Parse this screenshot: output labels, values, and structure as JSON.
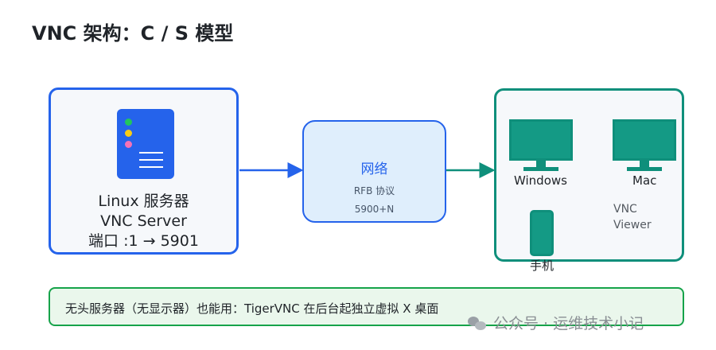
{
  "title": "VNC 架构：C / S 模型",
  "server": {
    "lines": [
      "Linux 服务器",
      "VNC Server",
      "端口 :1 → 5901"
    ]
  },
  "network": {
    "title": "网络",
    "protocol": "RFB 协议",
    "port": "5900+N"
  },
  "client": {
    "windows_label": "Windows",
    "mac_label": "Mac",
    "phone_label": "手机",
    "viewer_label_1": "VNC",
    "viewer_label_2": "Viewer"
  },
  "note": "无头服务器（无显示器）也能用：TigerVNC 在后台起独立虚拟 X 桌面",
  "watermark": "公众号 · 运维技术小记",
  "colors": {
    "server_blue": "#2563eb",
    "client_teal": "#0f8f7b",
    "note_green": "#16a34a"
  }
}
